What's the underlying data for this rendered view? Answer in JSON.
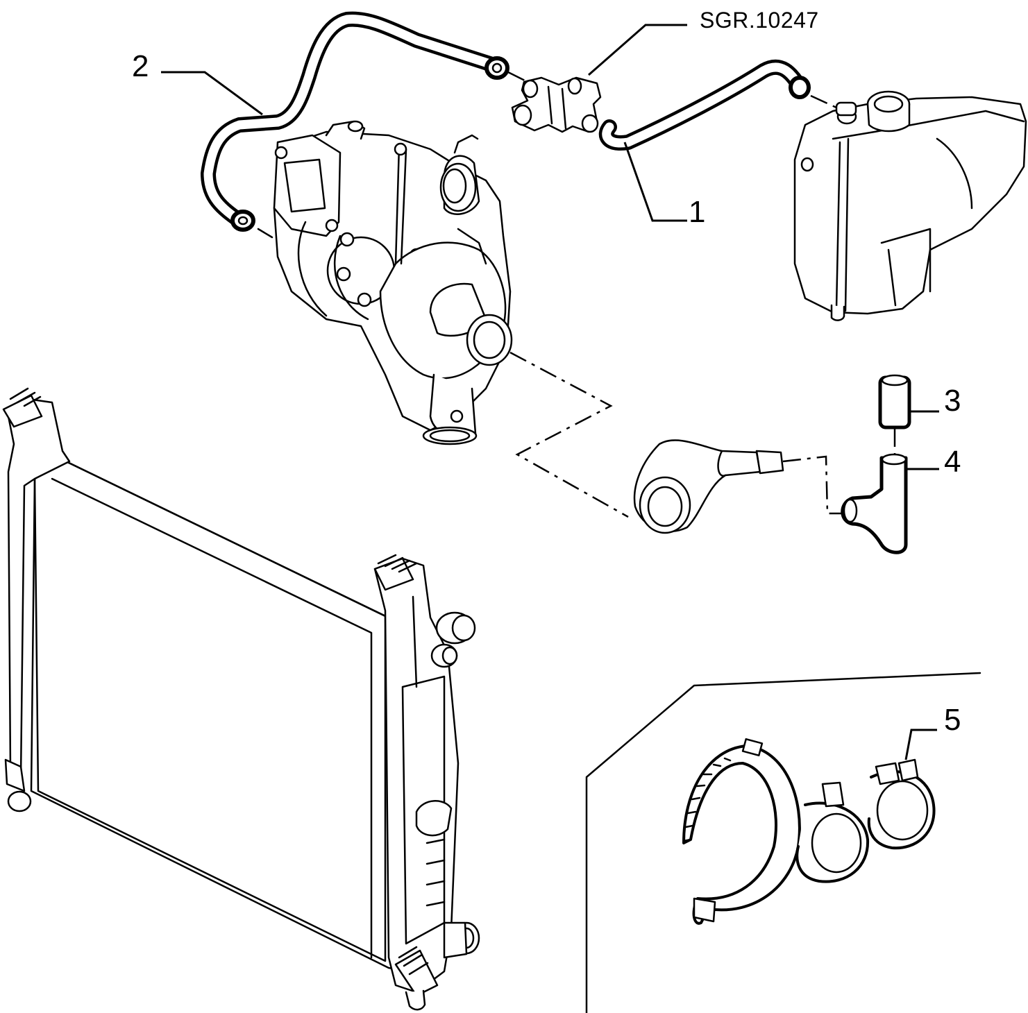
{
  "drawing_code": "SGR.10247",
  "callouts": [
    {
      "id": "1",
      "label": "1"
    },
    {
      "id": "2",
      "label": "2"
    },
    {
      "id": "3",
      "label": "3"
    },
    {
      "id": "4",
      "label": "4"
    },
    {
      "id": "5",
      "label": "5"
    }
  ],
  "line_color": "#000000",
  "background_color": "#ffffff"
}
